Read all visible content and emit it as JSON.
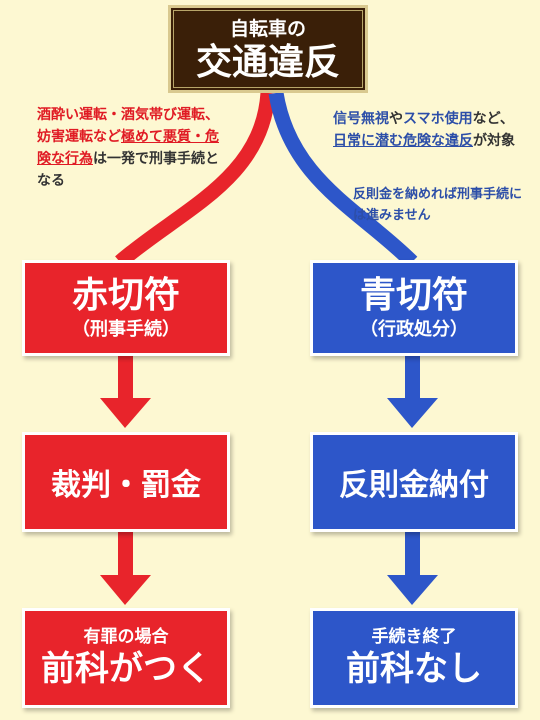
{
  "title": {
    "small": "自転車の",
    "big": "交通違反"
  },
  "left_note": {
    "red_plain": "酒酔い運転・酒気帯び運転、妨害運転など",
    "red_underlined": "極めて悪質・危険な行為",
    "dark_tail": "は一発で刑事手続となる"
  },
  "right_note": {
    "blue_plain1": "信号無視",
    "dark_mid1": "や",
    "blue_plain2": "スマホ使用",
    "dark_mid2": "など、",
    "blue_underlined": "日常に潜む危険な違反",
    "dark_tail": "が対象",
    "sub": "反則金を納めれば刑事手続には進みません"
  },
  "left_column": {
    "box1": {
      "main": "赤切符",
      "sub": "（刑事手続）"
    },
    "box2": {
      "label": "裁判・罰金"
    },
    "box3": {
      "small": "有罪の場合",
      "big": "前科がつく"
    }
  },
  "right_column": {
    "box1": {
      "main": "青切符",
      "sub": "（行政処分）"
    },
    "box2": {
      "label": "反則金納付"
    },
    "box3": {
      "small": "手続き終了",
      "big": "前科なし"
    }
  },
  "colors": {
    "background": "#fdf8d2",
    "title_bg": "#3a1f08",
    "red": "#e8242b",
    "blue": "#2d56c9",
    "red_text": "#e01b24",
    "blue_text": "#2c4ea8"
  }
}
